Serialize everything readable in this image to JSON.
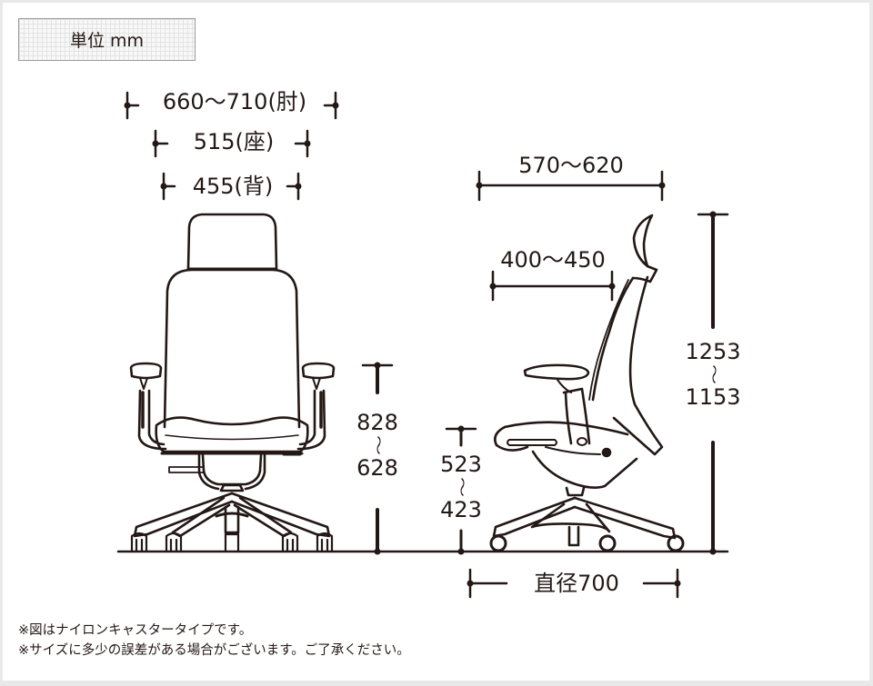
{
  "unit_box": {
    "label": "単位 mm"
  },
  "front_view": {
    "dimensions": {
      "armrest_width": "660～710(肘)",
      "seat_width": "515(座)",
      "back_width": "455(背)"
    },
    "armrest_height": {
      "max": "828",
      "separator": "～",
      "min": "628"
    }
  },
  "side_view": {
    "dimensions": {
      "overall_depth": "570～620",
      "seat_depth": "400～450",
      "base_diameter": "直径700"
    },
    "seat_height": {
      "max": "523",
      "separator": "～",
      "min": "423"
    },
    "overall_height": {
      "max": "1253",
      "separator": "～",
      "min": "1153"
    }
  },
  "notes": [
    "※図はナイロンキャスタータイプです。",
    "※サイズに多少の誤差がある場合がございます。ご了承ください。"
  ],
  "colors": {
    "line": "#231815",
    "background": "#ffffff",
    "frame": "#e9e9e9",
    "unit_box_border": "#9a9a9a"
  }
}
